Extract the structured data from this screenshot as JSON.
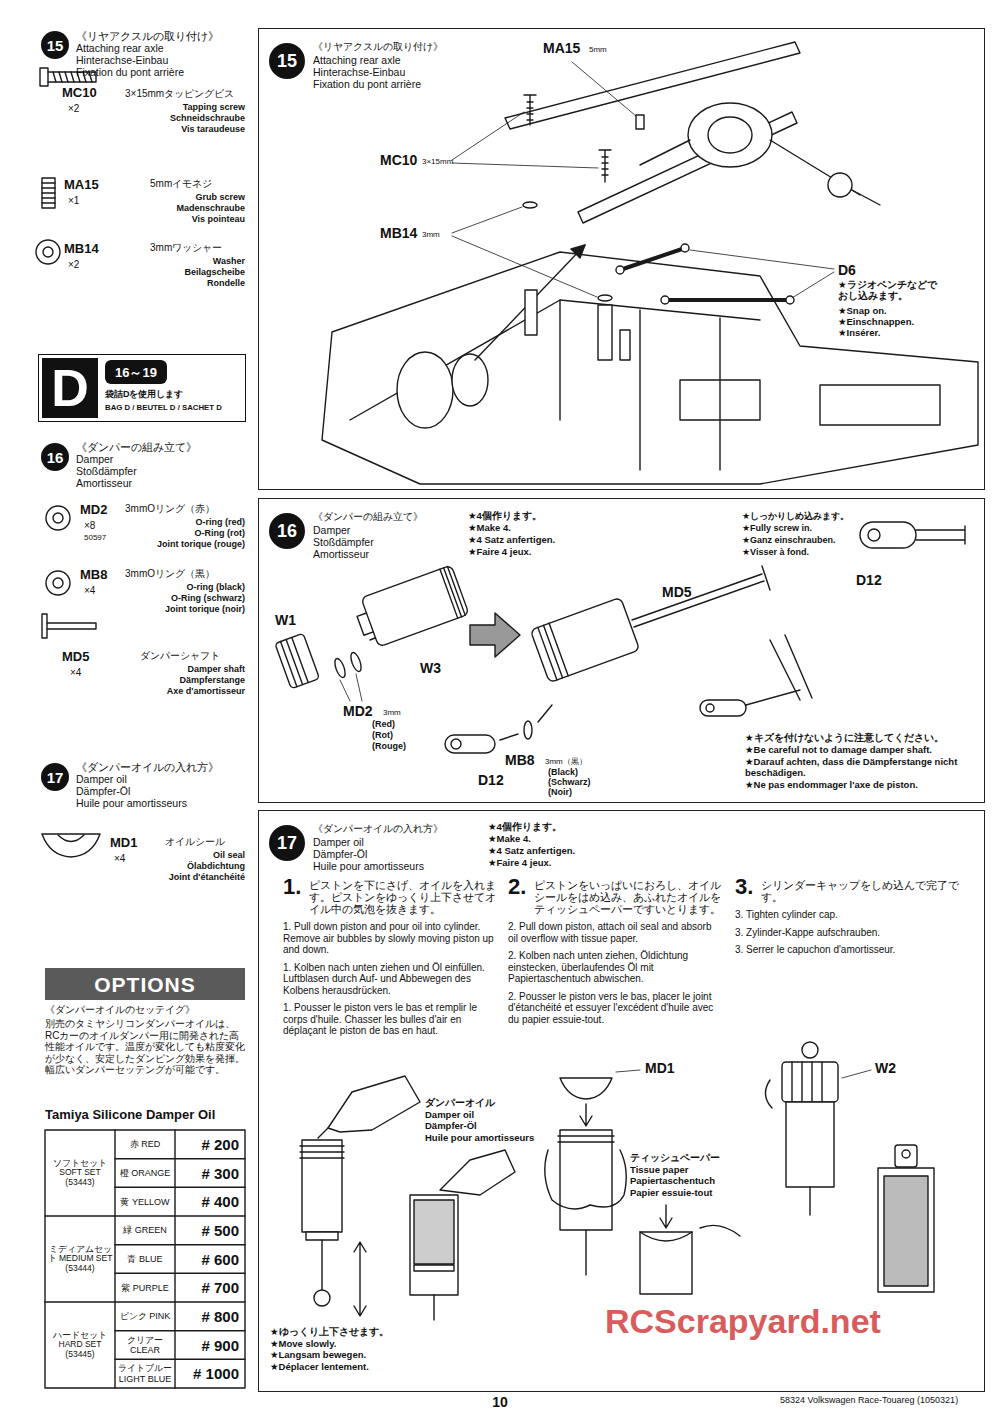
{
  "diagram": {
    "nodes": [
      {
        "text": [
          "15"
        ]
      },
      {
        "text": [
          "袋詰Dを使用します",
          "BAG D / BEUTEL D / SACHET D"
        ]
      },
      {
        "text": [
          "D"
        ],
        "in": 1
      },
      {
        "text": [
          "16～19"
        ],
        "in": 1
      },
      {
        "text": [
          "16"
        ]
      },
      {
        "text": [
          "17"
        ]
      },
      {
        "text": [
          "OPTIONS"
        ]
      },
      {
        "text": [
          "《リヤアクスルの取り付け》",
          "Attaching rear axle",
          "Hinterachse-Einbau",
          "Fixation du pont arrière"
        ]
      },
      {
        "text": [
          "15"
        ],
        "in": 7
      },
      {
        "text": [
          "《ダンパーの組み立て》",
          "Damper",
          "Stoßdämpfer",
          "Amortisseur"
        ]
      },
      {
        "text": [
          "16"
        ],
        "in": 9
      },
      {
        "text": [
          "《ダンパーオイルの入れ方》",
          "Damper oil",
          "Dämpfer-Öl",
          "Huile pour amortisseurs"
        ]
      },
      {
        "text": [
          "17"
        ],
        "in": 11
      }
    ],
    "labels": [
      "《リヤアクスルの取り付け》",
      "Attaching rear axle",
      "Hinterachse-Einbau",
      "Fixation du pont arrière",
      "MC10",
      "×2",
      "3×15mmタッピングビス",
      "Tapping screw",
      "Schneidschraube",
      "Vis taraudeuse",
      "MA15",
      "×1",
      "5mmイモネジ",
      "Grub screw",
      "Madenschraube",
      "Vis pointeau",
      "MB14",
      "×2",
      "3mmワッシャー",
      "Washer",
      "Beilagscheibe",
      "Rondelle",
      "《ダンパーの組み立て》",
      "Damper",
      "Stoßdämpfer",
      "Amortisseur",
      "MD2",
      "×8",
      "50597",
      "3mmOリング（赤）",
      "O-ring (red)",
      "O-Ring (rot)",
      "Joint torique (rouge)",
      "MB8",
      "×4",
      "3mmOリング（黒）",
      "O-ring (black)",
      "O-Ring (schwarz)",
      "Joint torique (noir)",
      "MD5",
      "×4",
      "ダンパーシャフト",
      "Damper shaft",
      "Dämpferstange",
      "Axe d'amortisseur",
      "《ダンパーオイルの入れ方》",
      "Damper oil",
      "Dämpfer-Öl",
      "Huile pour amortisseurs",
      "MD1",
      "×4",
      "オイルシール",
      "Oil seal",
      "Ölabdichtung",
      "Joint d'étanchéité",
      "《ダンパーオイルのセッテイグ》",
      "別売のタミヤシリコンダンパーオイルは、RCカーのオイルダンパー用に開発された高性能オイルです。温度が変化しても粘度変化が少なく、安定したダンピング効果を発揮。幅広いダンパーセッテングが可能です。",
      "Tamiya Silicone Damper Oil",
      "ソフトセット SOFT SET (53443)",
      "赤 RED",
      "# 200",
      "橙 ORANGE",
      "# 300",
      "黄 YELLOW",
      "# 400",
      "ミディアムセット MEDIUM SET (53444)",
      "緑 GREEN",
      "# 500",
      "青 BLUE",
      "# 600",
      "紫 PURPLE",
      "# 700",
      "ハードセット HARD SET (53445)",
      "ピンク PINK",
      "# 800",
      "クリアー CLEAR",
      "# 900",
      "ライトブルー LIGHT BLUE",
      "# 1000",
      "MA15",
      "5mm",
      "MC10",
      "3×15mm",
      "MB14",
      "3mm",
      "D6",
      "★ラジオペンチなどでおし込みます。",
      "★Snap on.",
      "★Einschnappen.",
      "★Insérer.",
      "★4個作ります。",
      "★Make 4.",
      "★4 Satz anfertigen.",
      "★Faire 4 jeux.",
      "★しっかりしめ込みます。",
      "★Fully screw in.",
      "★Ganz einschrauben.",
      "★Visser à fond.",
      "D12",
      "W1",
      "W3",
      "MD5",
      "MD2",
      "3mm",
      "(Red)",
      "(Rot)",
      "(Rouge)",
      "MB8",
      "3mm（黒）",
      "(Black)",
      "(Schwarz)",
      "(Noir)",
      "D12",
      "★キズを付けないように注意してください。",
      "★Be careful not to damage damper shaft.",
      "★Darauf achten, dass die Dämpferstange nicht beschädigen.",
      "★Ne pas endommager l'axe de piston.",
      "★4個作ります。",
      "★Make 4.",
      "★4 Satz anfertigen.",
      "★Faire 4 jeux.",
      "1.",
      "ピストンを下にさげ、オイルを入れます。ピストンをゆっくり上下させてオイル中の気泡を抜きます。",
      "1. Pull down piston and pour oil into cylinder. Remove air bubbles by slowly moving piston up and down.",
      "1. Kolben nach unten ziehen und Öl einfüllen. Luftblasen durch Auf- und Abbewegen des Kolbens herausdrücken.",
      "1. Pousser le piston vers le bas et remplir le corps d'huile. Chasser les bulles d'air en déplaçant le piston de bas en haut.",
      "2.",
      "ピストンをいっぱいにおろし、オイルシールをはめ込み、あふれたオイルをティッシュペーパーですいとります。",
      "2. Pull down piston, attach oil seal and absorb oil overflow with tissue paper.",
      "2. Kolben nach unten ziehen, Öldichtung einstecken, überlaufendes Öl mit Papiertaschentuch abwischen.",
      "2. Pousser le piston vers le bas, placer le joint d'étanchéité et essuyer l'excédent d'huile avec du papier essuie-tout.",
      "3.",
      "シリンダーキャップをしめ込んで完了です。",
      "3. Tighten cylinder cap.",
      "3. Zylinder-Kappe aufschrauben.",
      "3. Serrer le capuchon d'amortisseur.",
      "ダンパーオイル",
      "Damper oil",
      "Dämpfer-Öl",
      "Huile pour amortisseurs",
      "MD1",
      "ティッシュペーパー",
      "Tissue paper",
      "Papiertaschentuch",
      "Papier essuie-tout",
      "W2",
      "★ゆっくり上下させます。",
      "★Move slowly.",
      "★Langsam bewegen.",
      "★Déplacer lentement.",
      "10",
      "58324 Volkswagen Race-Touareg (1050321)",
      "RCScrapyard.net"
    ]
  }
}
